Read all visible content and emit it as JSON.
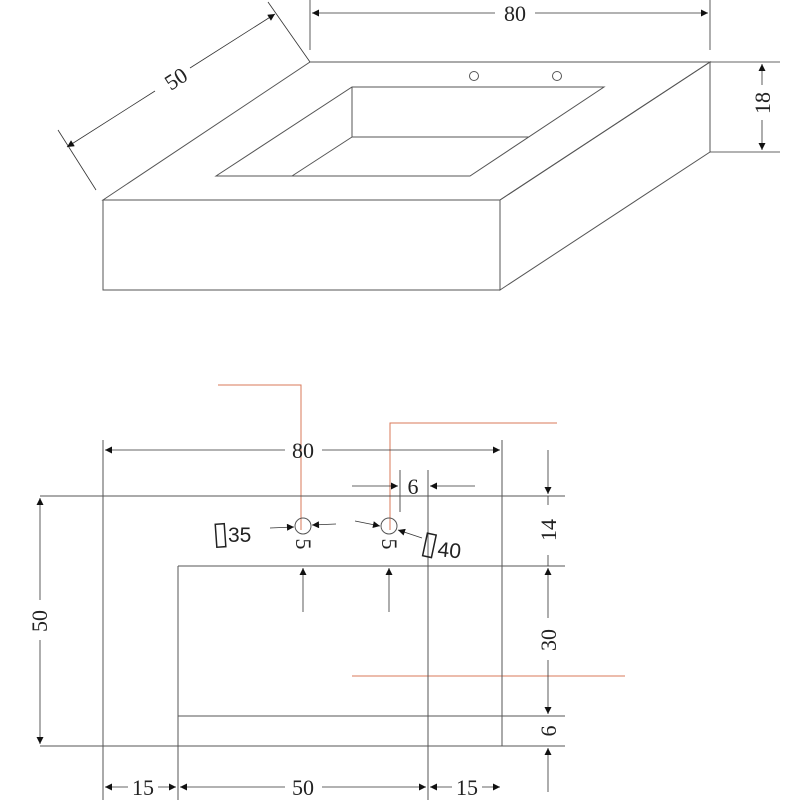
{
  "iso_view": {
    "width_label": "80",
    "depth_label": "50",
    "height_label": "18"
  },
  "plan_view": {
    "width_label": "80",
    "depth_label": "50",
    "left_margin_label": "15",
    "basin_width_label": "50",
    "right_margin_label": "15",
    "top_margin_label": "14",
    "basin_depth_label": "30",
    "bottom_margin_label": "6",
    "hole_spacing_label": "6",
    "hole1_offset_label": "5",
    "hole2_offset_label": "5",
    "hole1_diameter_label": "35",
    "hole2_diameter_label": "40"
  },
  "colors": {
    "line": "#555555",
    "guide": "#d9785a"
  }
}
